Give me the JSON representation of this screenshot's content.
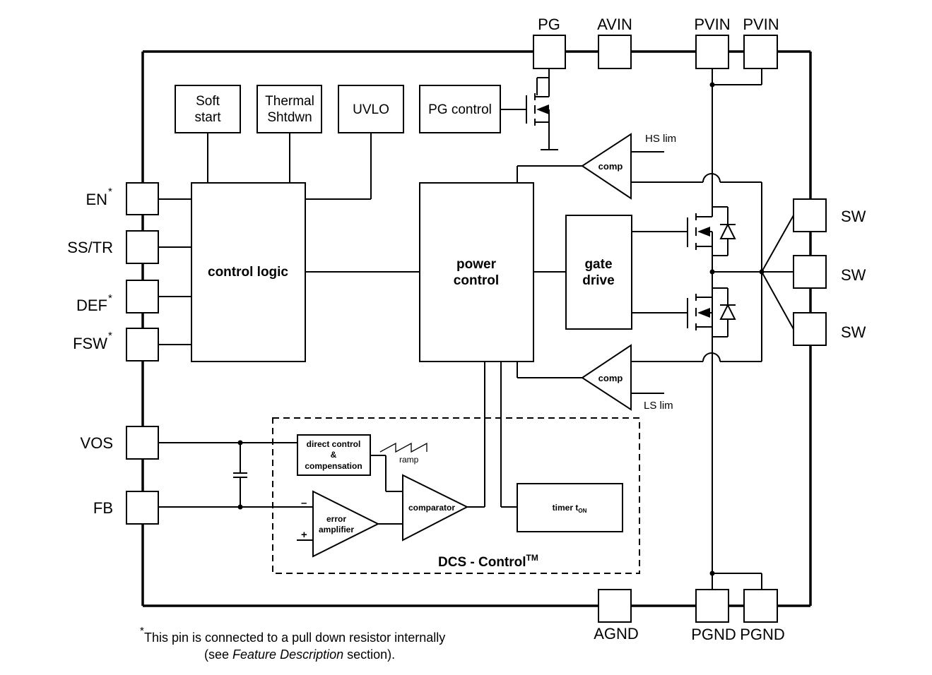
{
  "pins": {
    "pg": "PG",
    "avin": "AVIN",
    "pvin1": "PVIN",
    "pvin2": "PVIN",
    "en": "EN",
    "ss_tr": "SS/TR",
    "def": "DEF",
    "fsw": "FSW",
    "vos": "VOS",
    "fb": "FB",
    "sw1": "SW",
    "sw2": "SW",
    "sw3": "SW",
    "agnd": "AGND",
    "pgnd1": "PGND",
    "pgnd2": "PGND",
    "asterisk": "*"
  },
  "blocks": {
    "soft_start_1": "Soft",
    "soft_start_2": "start",
    "thermal_1": "Thermal",
    "thermal_2": "Shtdwn",
    "uvlo": "UVLO",
    "pg_control": "PG control",
    "control_logic": "control logic",
    "power_control_1": "power",
    "power_control_2": "control",
    "gate_drive_1": "gate",
    "gate_drive_2": "drive",
    "comp_top": "comp",
    "comp_bottom": "comp",
    "hs_lim": "HS lim",
    "ls_lim": "LS lim",
    "direct_control_1": "direct control",
    "direct_control_2": "&",
    "direct_control_3": "compensation",
    "ramp": "ramp",
    "comparator": "comparator",
    "error_amp_1": "error",
    "error_amp_2": "amplifier",
    "minus": "–",
    "plus": "+",
    "timer": "timer t",
    "timer_sub": "ON",
    "dcs_control": "DCS - Control",
    "dcs_tm": "TM"
  },
  "footnote": {
    "mark": "*",
    "line1": " This pin is connected to a pull down resistor internally",
    "line2_pre": "(see ",
    "line2_italic": "Feature Description",
    "line2_post": " section)."
  }
}
